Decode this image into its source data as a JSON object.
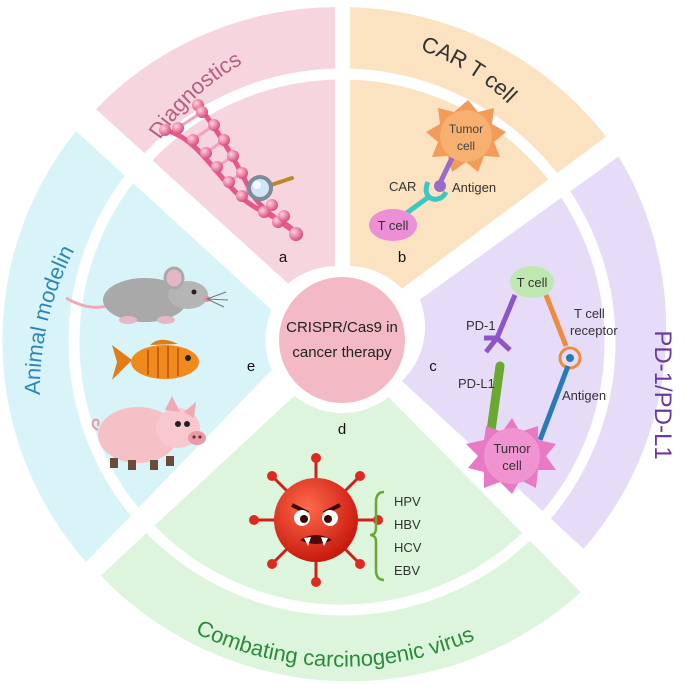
{
  "center": {
    "line1": "CRISPR/Cas9 in",
    "line2": "cancer therapy"
  },
  "sections": {
    "diagnostics": {
      "title": "Diagnostics",
      "letter": "a",
      "color": "#f6d5df",
      "text_color": "#b5607f"
    },
    "car_t": {
      "title": "CAR T cell",
      "letter": "b",
      "color": "#fbe3c2",
      "text_color": "#333333",
      "tumor_line1": "Tumor",
      "tumor_line2": "cell",
      "car": "CAR",
      "antigen": "Antigen",
      "tcell": "T cell"
    },
    "pd1": {
      "title": "PD-1/PD-L1",
      "letter": "c",
      "color": "#e6dcf7",
      "text_color": "#6a3aa0",
      "tcell": "T cell",
      "pd1": "PD-1",
      "pdl1": "PD-L1",
      "tcr_line1": "T cell",
      "tcr_line2": "receptor",
      "antigen": "Antigen",
      "tumor_line1": "Tumor",
      "tumor_line2": "cell"
    },
    "virus": {
      "title": "Combating carcinogenic virus",
      "letter": "d",
      "color": "#dcf5dc",
      "text_color": "#2c8a3a",
      "items": [
        "HPV",
        "HBV",
        "HCV",
        "EBV"
      ]
    },
    "animal": {
      "title": "Animal modeling",
      "letter": "e",
      "color": "#d8f4f8",
      "text_color": "#2d88b8"
    }
  },
  "colors": {
    "center": "#f3b9c5",
    "tumor": "#e879c4",
    "tcell_pink": "#ec8fd6",
    "tcell_green": "#bfe8b0"
  }
}
